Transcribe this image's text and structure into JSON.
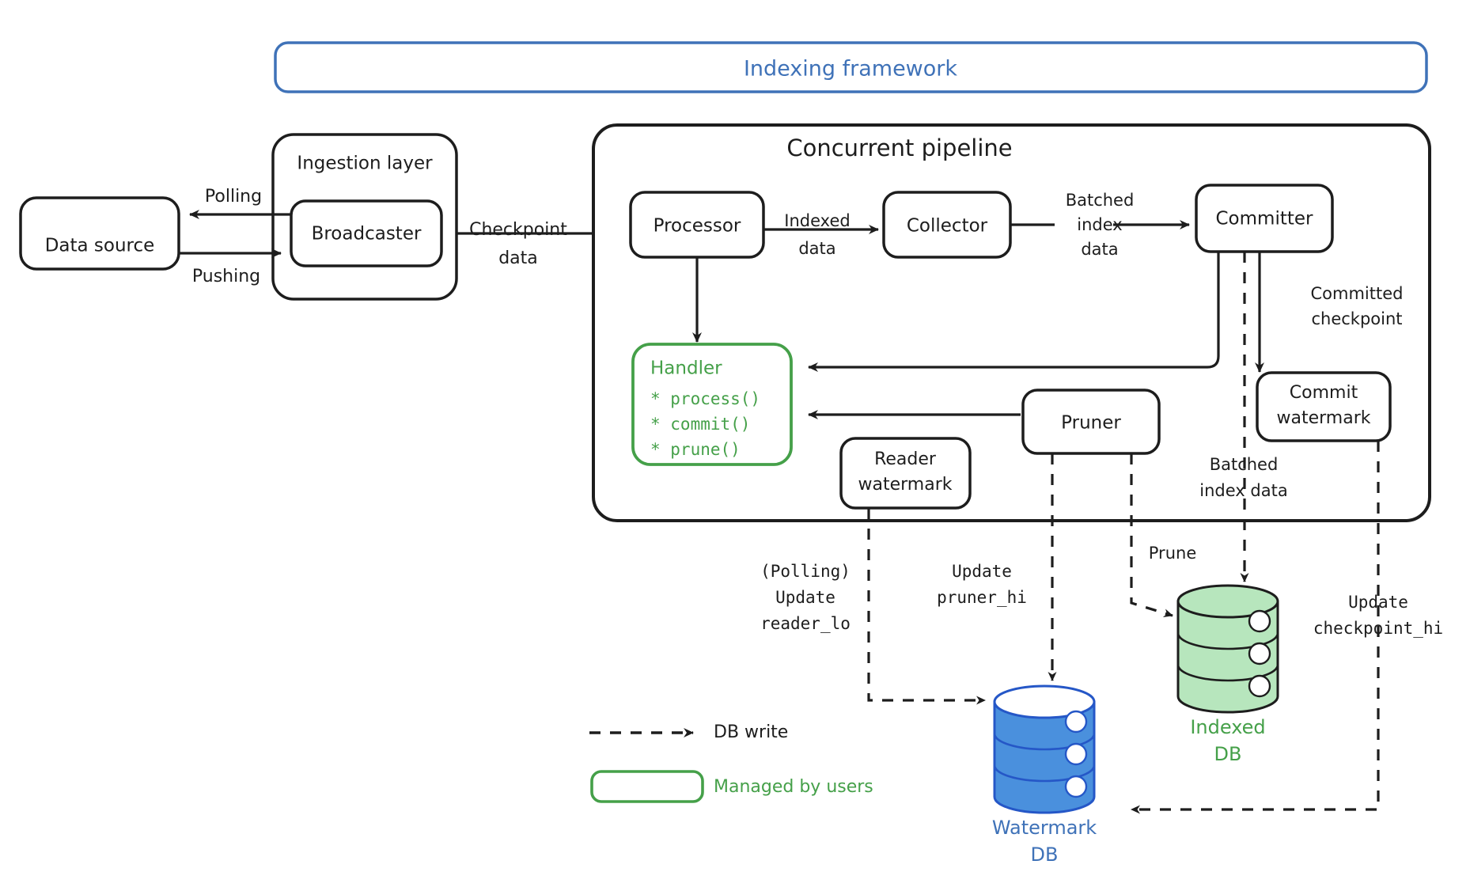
{
  "colors": {
    "ink": "#1d1d1d",
    "blue": "#3f72b8",
    "green": "#45a049",
    "db_green_fill": "#b7e6bd",
    "db_blue_fill": "#4a90dd",
    "db_blue_stroke": "#2557c7",
    "white": "#ffffff"
  },
  "framework": {
    "title": "Indexing framework"
  },
  "ingestion": {
    "title": "Ingestion layer",
    "broadcaster": "Broadcaster"
  },
  "data_source": {
    "label": "Data source"
  },
  "source_edges": {
    "polling": "Polling",
    "pushing": "Pushing",
    "checkpoint_data": [
      "Checkpoint",
      "data"
    ]
  },
  "pipeline": {
    "title": "Concurrent pipeline",
    "processor": "Processor",
    "collector": "Collector",
    "committer": "Committer",
    "pruner": "Pruner",
    "reader_watermark": [
      "Reader",
      "watermark"
    ],
    "commit_watermark": [
      "Commit",
      "watermark"
    ],
    "handler": {
      "title": "Handler",
      "methods": [
        "* process()",
        "* commit()",
        "* prune()"
      ]
    }
  },
  "pipeline_edges": {
    "indexed_data": [
      "Indexed",
      "data"
    ],
    "batched_index_data": [
      "Batched",
      "index",
      "data"
    ],
    "committed_checkpoint": [
      "Committed",
      "checkpoint"
    ],
    "batched_index_data_db": [
      "Batched",
      "index data"
    ],
    "prune": "Prune"
  },
  "db_writes": {
    "reader_lo": [
      "(Polling)",
      "Update",
      "reader_lo"
    ],
    "pruner_hi": [
      "Update",
      "pruner_hi"
    ],
    "checkpoint_hi": [
      "Update",
      "checkpoint_hi"
    ]
  },
  "databases": {
    "indexed": [
      "Indexed",
      "DB"
    ],
    "watermark": [
      "Watermark",
      "DB"
    ]
  },
  "legend": {
    "db_write": "DB write",
    "managed_by_users": "Managed by users"
  }
}
